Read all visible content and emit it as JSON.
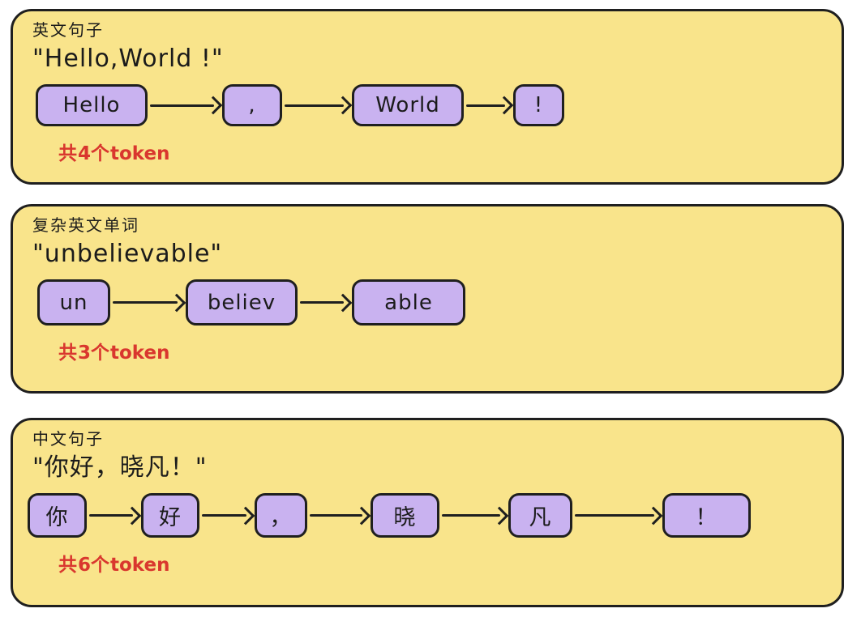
{
  "colors": {
    "panel_background": "#F9E48B",
    "panel_border": "#1f1f1f",
    "token_background": "#C9B2F0",
    "token_border": "#1f1f1f",
    "count_text": "#D9372E",
    "text": "#1b1b1b"
  },
  "panels": [
    {
      "title": "英文句子",
      "quote": "\"Hello,World !\"",
      "tokens": [
        "Hello",
        ",",
        "World",
        "!"
      ],
      "count": {
        "pre": "共",
        "num": "4",
        "mid": "个",
        "unit": "token"
      }
    },
    {
      "title": "复杂英文单词",
      "quote": "\"unbelievable\"",
      "tokens": [
        "un",
        "believ",
        "able"
      ],
      "count": {
        "pre": "共",
        "num": "3",
        "mid": "个",
        "unit": "token"
      }
    },
    {
      "title": "中文句子",
      "quote": "\"你好，晓凡！\"",
      "tokens": [
        "你",
        "好",
        "，",
        "晓",
        "凡",
        "！"
      ],
      "count": {
        "pre": "共",
        "num": "6",
        "mid": "个",
        "unit": "token"
      }
    }
  ]
}
